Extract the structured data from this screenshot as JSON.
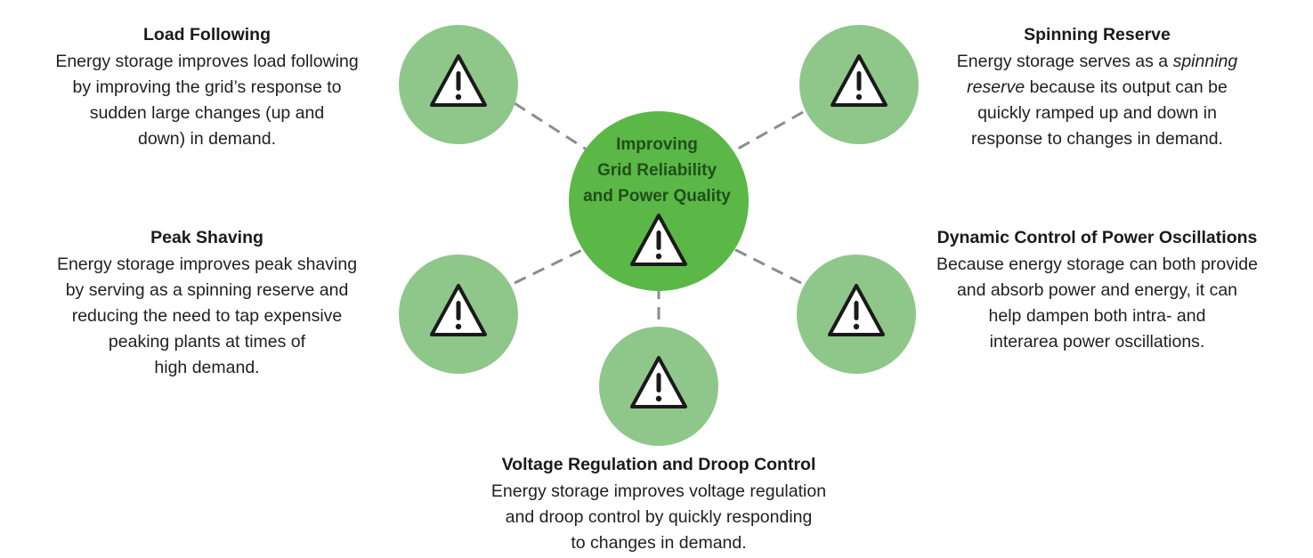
{
  "center": {
    "lines": [
      "Improving",
      "Grid Reliability",
      "and Power Quality"
    ],
    "icon": "warning-icon",
    "color": "#5bb847"
  },
  "satellite_color": "#8fc78a",
  "nodes": [
    {
      "id": "load-following",
      "title": "Load Following",
      "lines": [
        "Energy storage improves load following",
        "by improving the grid’s response to",
        "sudden large changes (up and",
        "down) in demand."
      ],
      "icon": "warning-icon"
    },
    {
      "id": "spinning-reserve",
      "title": "Spinning Reserve",
      "lines_rich": [
        [
          "Energy storage serves as a ",
          "spinning"
        ],
        [
          "reserve",
          " because its output can be"
        ],
        [
          "quickly ramped up and down in"
        ],
        [
          "response to changes in demand."
        ]
      ],
      "icon": "warning-icon"
    },
    {
      "id": "peak-shaving",
      "title": "Peak Shaving",
      "lines": [
        "Energy storage improves peak shaving",
        "by serving as a spinning reserve and",
        "reducing the need to tap expensive",
        "peaking plants at times of",
        "high demand."
      ],
      "icon": "warning-icon"
    },
    {
      "id": "dynamic-control",
      "title": "Dynamic Control of Power Oscillations",
      "lines": [
        "Because energy storage can both provide",
        "and absorb power and energy, it can",
        "help dampen both intra- and",
        "interarea power oscillations."
      ],
      "icon": "warning-icon"
    },
    {
      "id": "voltage-regulation",
      "title": "Voltage Regulation and Droop Control",
      "lines": [
        "Energy storage improves voltage regulation",
        "and droop control by quickly responding",
        "to changes in demand."
      ],
      "icon": "warning-icon"
    }
  ]
}
